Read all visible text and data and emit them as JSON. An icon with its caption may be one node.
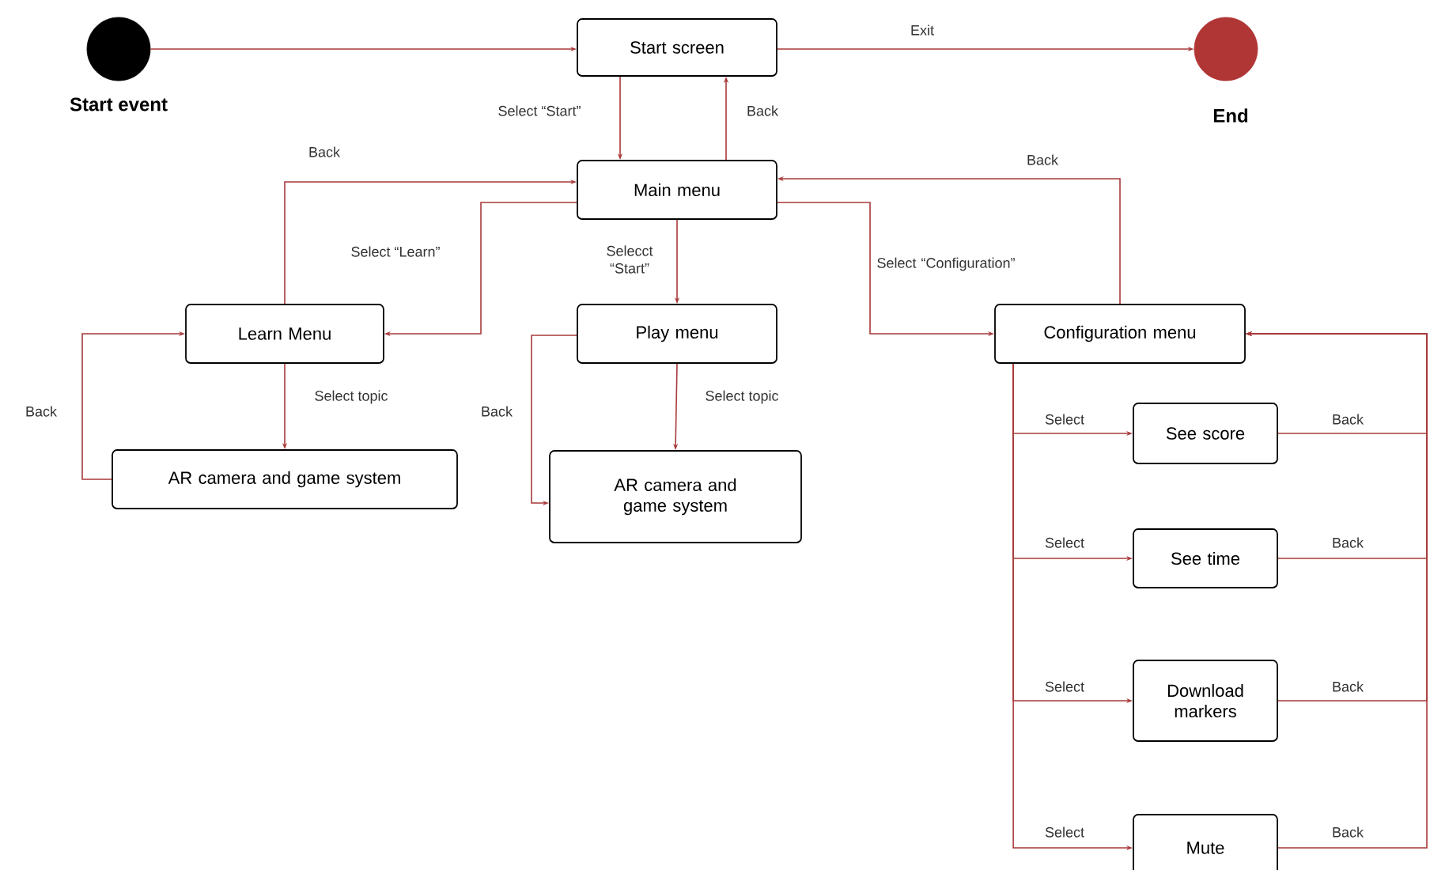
{
  "diagram": {
    "nodes": [
      {
        "text": [],
        "shape": "circle",
        "beside": [
          "Start event"
        ]
      },
      {
        "text": [],
        "shape": "circle",
        "beside": [
          "End"
        ]
      },
      {
        "text": [
          "Start screen"
        ]
      },
      {
        "text": [
          "Main menu"
        ]
      },
      {
        "text": [
          "Learn Menu"
        ]
      },
      {
        "text": [
          "Play menu"
        ]
      },
      {
        "text": [
          "Configuration menu"
        ]
      },
      {
        "text": [
          "AR camera and game system"
        ]
      },
      {
        "text": [
          "AR camera and game system"
        ]
      },
      {
        "text": [
          "See score"
        ]
      },
      {
        "text": [
          "See time"
        ]
      },
      {
        "text": [
          "Download markers"
        ]
      },
      {
        "text": [
          "Mute"
        ]
      }
    ],
    "edges": [
      {
        "from": 0,
        "to": 2,
        "arrow": "to"
      },
      {
        "from": 2,
        "to": 1,
        "arrow": "to",
        "label": "Exit"
      },
      {
        "from": 2,
        "to": 3,
        "arrow": "to",
        "label": "Select “Start”"
      },
      {
        "from": 3,
        "to": 2,
        "arrow": "to",
        "label": "Back"
      },
      {
        "from": 4,
        "to": 3,
        "arrow": "to",
        "label": "Back"
      },
      {
        "from": 3,
        "to": 4,
        "arrow": "to",
        "label": "Select “Learn”"
      },
      {
        "from": 3,
        "to": 5,
        "arrow": "to",
        "label": "Selecct “Start”"
      },
      {
        "from": 3,
        "to": 6,
        "arrow": "to",
        "label": "Select “Configuration”"
      },
      {
        "from": 6,
        "to": 3,
        "arrow": "to",
        "label": "Back"
      },
      {
        "from": 4,
        "to": 7,
        "arrow": "to",
        "label": "Select topic"
      },
      {
        "from": 7,
        "to": 4,
        "arrow": "to",
        "label": "Back"
      },
      {
        "from": 5,
        "to": 8,
        "arrow": "to",
        "label": "Select topic"
      },
      {
        "from": 5,
        "to": 8,
        "arrow": "to",
        "label": "Back"
      },
      {
        "from": 6,
        "to": 9,
        "arrow": "to",
        "label": "Select"
      },
      {
        "from": 6,
        "to": 10,
        "arrow": "to",
        "label": "Select"
      },
      {
        "from": 6,
        "to": 11,
        "arrow": "to",
        "label": "Select"
      },
      {
        "from": 6,
        "to": 12,
        "arrow": "to",
        "label": "Select"
      },
      {
        "from": 9,
        "to": 6,
        "arrow": "to",
        "label": "Back"
      },
      {
        "from": 10,
        "to": 6,
        "arrow": "to",
        "label": "Back"
      },
      {
        "from": 11,
        "to": 6,
        "arrow": "to",
        "label": "Back"
      },
      {
        "from": 12,
        "to": 6,
        "arrow": "to",
        "label": "Back"
      }
    ]
  }
}
